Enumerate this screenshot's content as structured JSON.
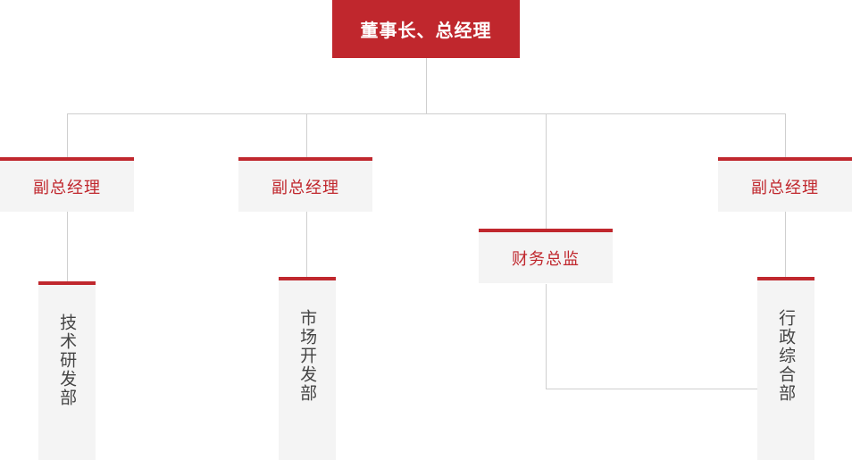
{
  "chart": {
    "type": "org-chart",
    "title": "",
    "colors": {
      "accent_red": "#C0272D",
      "box_fill": "#F4F4F4",
      "line_gray": "#CFCFCF",
      "dept_text": "#444444",
      "root_text": "#FFFFFF",
      "background": "#FFFFFF"
    },
    "root": {
      "label": "董事长、总经理",
      "style": "filled-red"
    },
    "level2": [
      {
        "id": "vgm-1",
        "label": "副总经理",
        "style": "gray-red-top"
      },
      {
        "id": "vgm-2",
        "label": "副总经理",
        "style": "gray-red-top"
      },
      {
        "id": "cfo",
        "label": "财务总监",
        "style": "gray-red-top"
      },
      {
        "id": "vgm-3",
        "label": "副总经理",
        "style": "gray-red-top"
      }
    ],
    "level3": [
      {
        "id": "dept-1",
        "label": "技术研发部",
        "parent": "vgm-1",
        "orientation": "vertical"
      },
      {
        "id": "dept-2",
        "label": "市场开发部",
        "parent": "vgm-2",
        "orientation": "vertical"
      },
      {
        "id": "dept-3",
        "label": "行政综合部",
        "parent": "vgm-3",
        "orientation": "vertical"
      }
    ]
  }
}
